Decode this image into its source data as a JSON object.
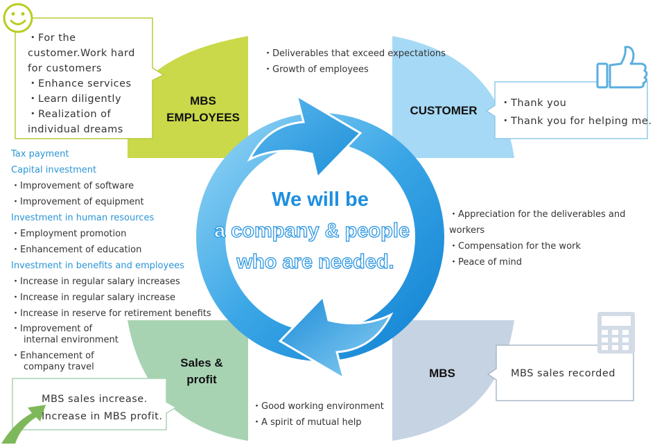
{
  "center_message": {
    "line1": "We will be",
    "line2": "a company & people",
    "line3": "who are needed."
  },
  "quadrants": {
    "employees": {
      "line1": "MBS",
      "line2": "EMPLOYEES",
      "color": "#c9d94a"
    },
    "customer": {
      "label": "CUSTOMER",
      "color": "#a6d9f5"
    },
    "sales": {
      "line1": "Sales &",
      "line2": "profit",
      "color": "#a8d3b3"
    },
    "mbs": {
      "label": "MBS",
      "color": "#c6d3e3"
    }
  },
  "employee_callout": {
    "lines": [
      "・For the",
      "customer.Work hard",
      "for customers",
      "・Enhance services",
      "・Learn diligently",
      "・Realization of",
      "individual dreams"
    ]
  },
  "customer_callout": {
    "lines": [
      "・Thank you",
      "・Thank you for helping me."
    ]
  },
  "mbs_callout": {
    "text": "MBS sales recorded"
  },
  "sales_callout": {
    "lines": [
      "MBS sales increase.",
      "Increase in MBS profit."
    ]
  },
  "employee_to_customer": {
    "items": [
      "・Deliverables that exceed expectations",
      "・Growth of employees"
    ]
  },
  "customer_to_mbs": {
    "items": [
      "・Appreciation for the deliverables and workers",
      "・Compensation for the work",
      "・Peace of mind"
    ]
  },
  "sales_to_employee": {
    "items": [
      "・Good working environment",
      "・A spirit of mutual help"
    ]
  },
  "left_list": {
    "h1": "Tax payment",
    "h2": "Capital investment",
    "i1": "・Improvement of software",
    "i2": "・Improvement of equipment",
    "h3": "Investment in human resources",
    "i3": "・Employment promotion",
    "i4": "・Enhancement of education",
    "h4": "Investment in benefits and employees",
    "i5": "・Increase in regular salary increases",
    "i6": "・Increase in regular salary increase",
    "i7": "・Increase in reserve for retirement benefits",
    "i8a": "・Improvement of",
    "i8b": "internal environment",
    "i9a": "・Enhancement of",
    "i9b": "company travel"
  },
  "colors": {
    "ring_light": "#7ec8ef",
    "ring_dark": "#1b8fd9",
    "heading_blue": "#2b95d6",
    "callout_green": "#7fb85a",
    "center_text": "#1d8fe0"
  }
}
